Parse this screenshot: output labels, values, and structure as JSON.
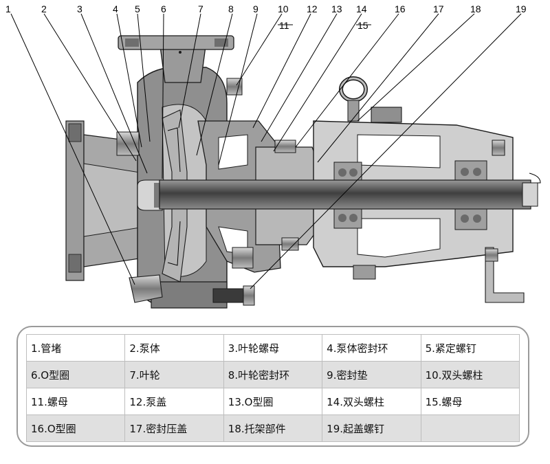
{
  "callouts": [
    "1",
    "2",
    "3",
    "4",
    "5",
    "6",
    "7",
    "8",
    "9",
    "10",
    "11",
    "12",
    "13",
    "14",
    "15",
    "16",
    "17",
    "18",
    "19"
  ],
  "legend": {
    "rows": [
      [
        "1.管堵",
        "2.泵体",
        "3.叶轮螺母",
        "4.泵体密封环",
        "5.紧定螺钉"
      ],
      [
        "6.O型圈",
        "7.叶轮",
        "8.叶轮密封环",
        "9.密封垫",
        "10.双头螺柱"
      ],
      [
        "11.螺母",
        "12.泵盖",
        "13.O型圈",
        "14.双头螺柱",
        "15.螺母"
      ],
      [
        "16.O型圈",
        "17.密封压盖",
        "18.托架部件",
        "19.起盖螺钉",
        ""
      ]
    ]
  },
  "colors": {
    "casing": "#8f8f8f",
    "casing_dark": "#6e6e6e",
    "casing_light": "#c4c4c4",
    "shaft": "#5a5a5a",
    "bracket": "#cfcfcf",
    "outline": "#1a1a1a",
    "row_shade": "#e0e0e0",
    "frame": "#9a9a9a"
  }
}
